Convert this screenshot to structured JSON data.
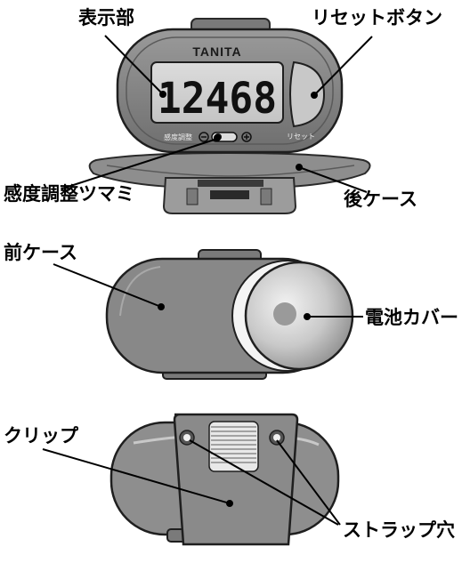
{
  "device": {
    "brand": "TANITA",
    "display_value": "12468",
    "sensitivity_text": "感度調整",
    "reset_text": "リセット"
  },
  "labels": {
    "display": "表示部",
    "reset_button": "リセットボタン",
    "sensitivity_knob": "感度調整ツマミ",
    "back_case": "後ケース",
    "front_case": "前ケース",
    "battery_cover": "電池カバー",
    "clip": "クリップ",
    "strap_hole": "ストラップ穴"
  }
}
